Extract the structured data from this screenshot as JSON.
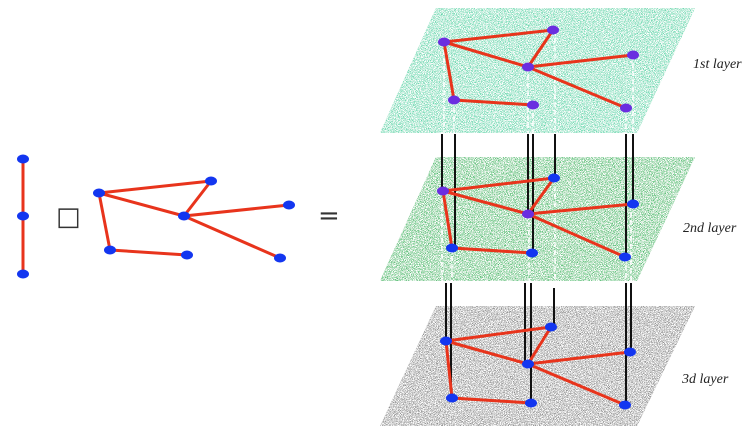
{
  "operators": {
    "product": "□",
    "equals": "="
  },
  "layers": [
    {
      "label": "1st layer",
      "color": "#5ed6aa"
    },
    {
      "label": "2nd layer",
      "color": "#4dbb6c"
    },
    {
      "label": "3d layer",
      "color": "#8a8a8a"
    }
  ],
  "colors": {
    "edge": "#e8341c",
    "node": "#1336f0",
    "node_top": "#6a2ee0"
  }
}
